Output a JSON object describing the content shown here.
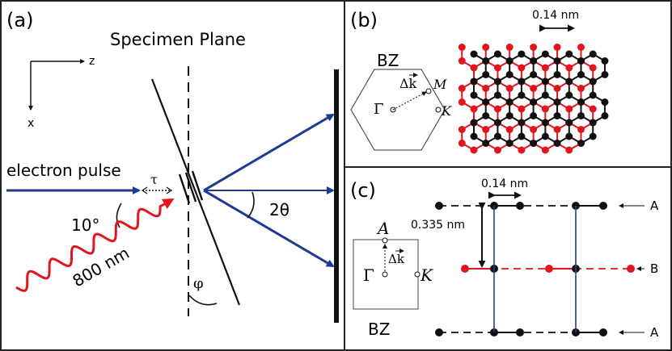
{
  "panels": {
    "a": {
      "label": "(a)",
      "title": "Specimen Plane",
      "axis_z": "z",
      "axis_x": "x",
      "beam_label": "electron pulse",
      "delay_label": "τ",
      "incidence_angle": "10°",
      "laser_label": "800 nm",
      "scatter_angle": "2θ",
      "tilt_angle": "φ"
    },
    "b": {
      "label": "(b)",
      "scale": "0.14 nm",
      "bz_label": "BZ",
      "gamma": "Γ",
      "dk": "Δk",
      "M": "M",
      "K": "K"
    },
    "c": {
      "label": "(c)",
      "scale": "0.14 nm",
      "interlayer": "0.335 nm",
      "bz_label": "BZ",
      "gamma": "Γ",
      "dk": "Δk",
      "A_point": "A",
      "K": "K",
      "layer_top": "A",
      "layer_mid": "B",
      "layer_bot": "A"
    }
  },
  "colors": {
    "beam": "#1f3a93",
    "laser": "#e0161f",
    "atom_red": "#e0161f",
    "atom_black": "#111111",
    "interlayer_bond": "#2a3b8f",
    "frame": "#222222"
  }
}
